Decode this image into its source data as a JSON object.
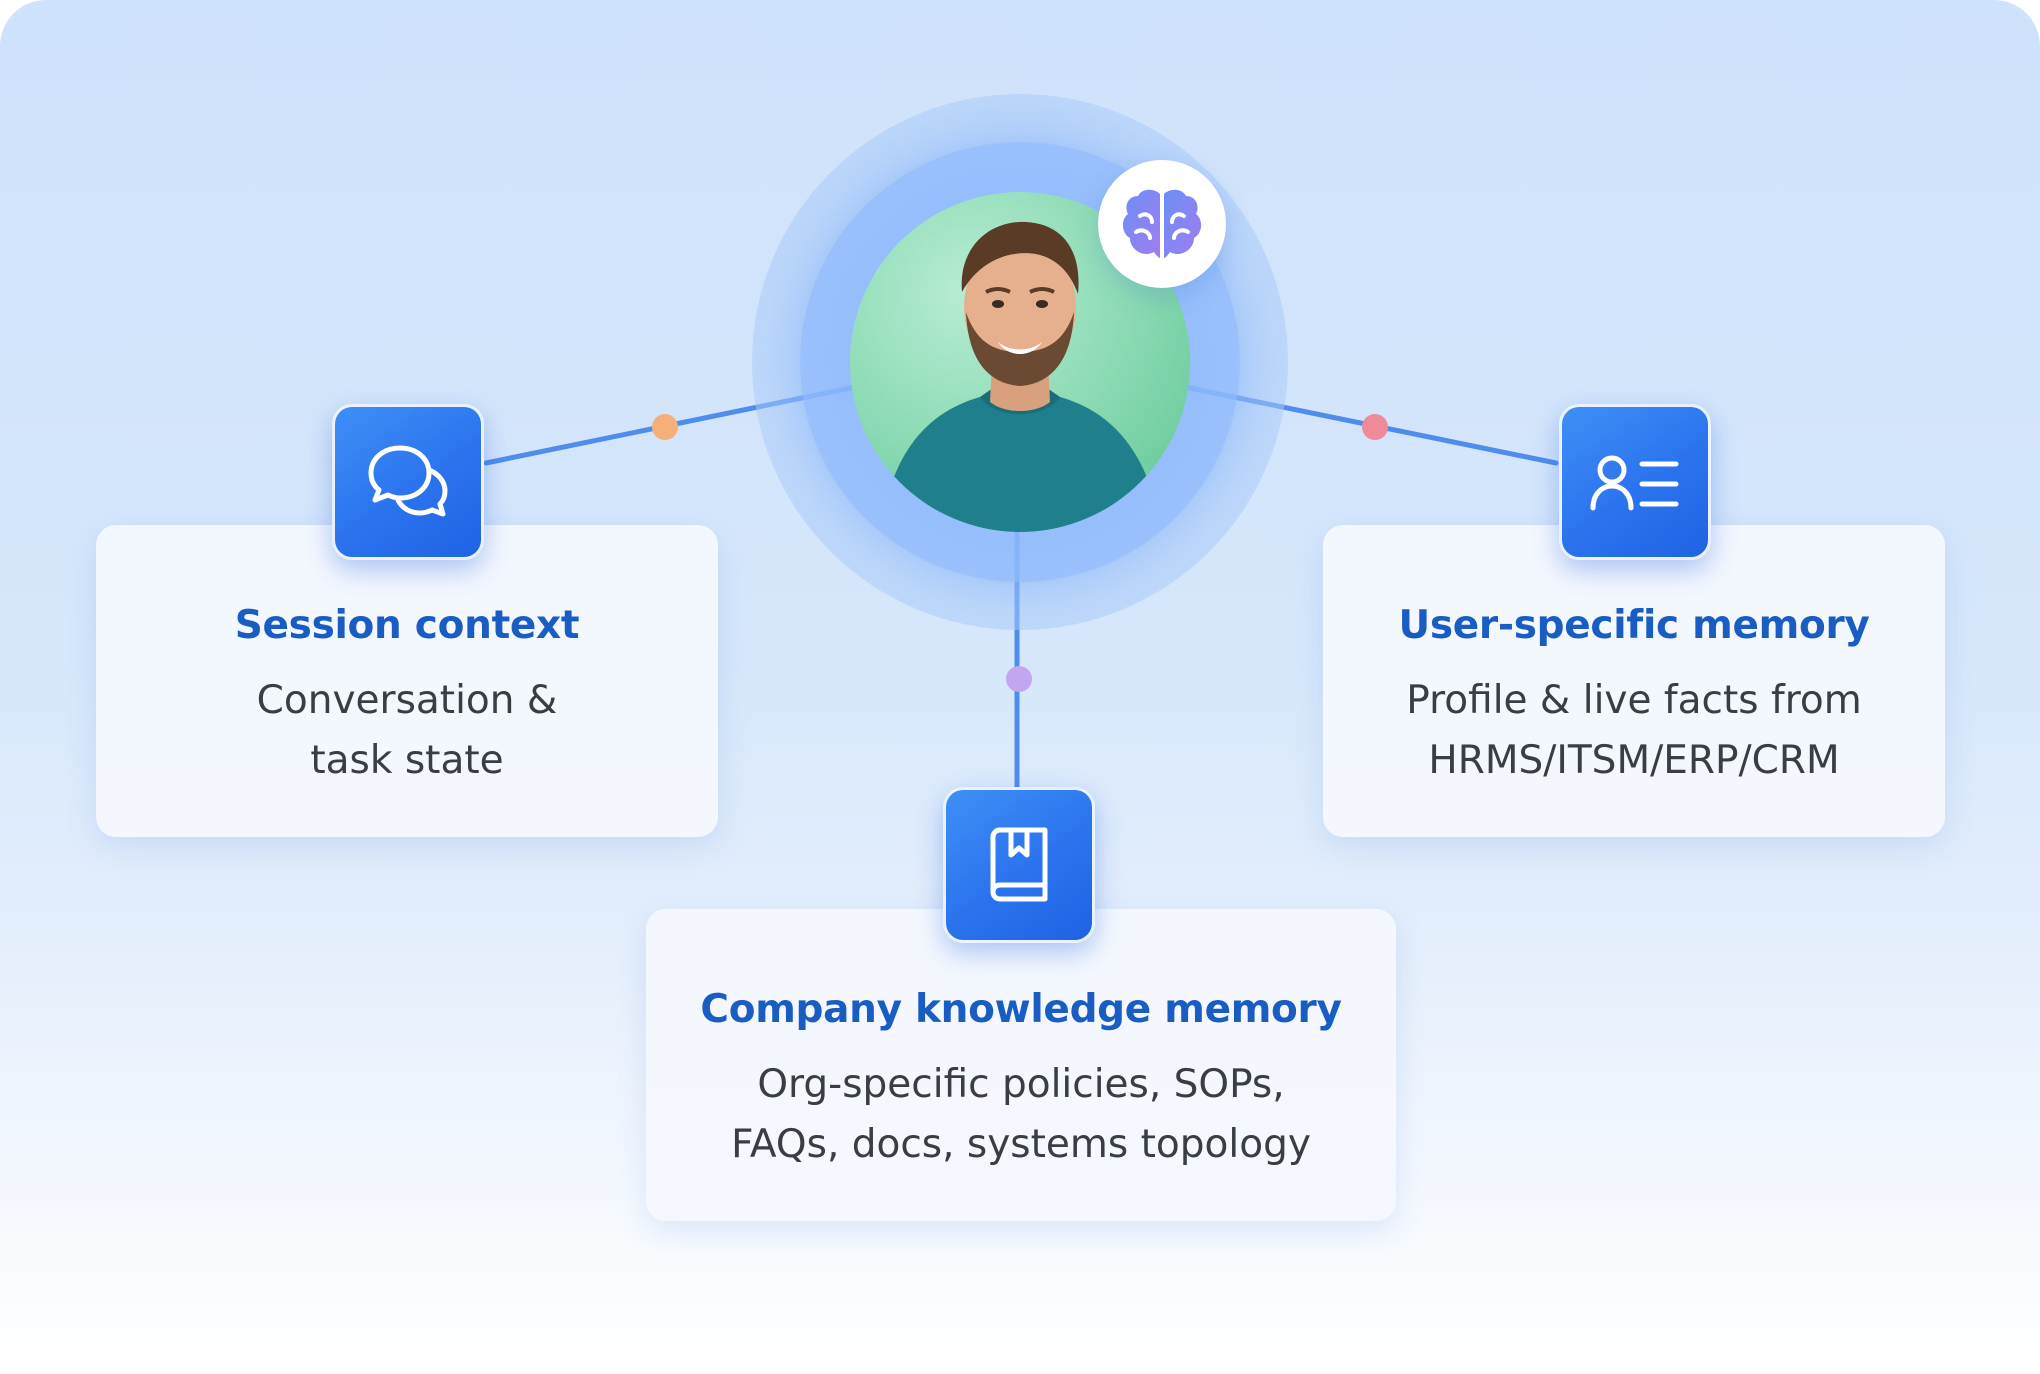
{
  "diagram": {
    "center": {
      "avatar_icon": "person-avatar",
      "badge_icon": "brain-icon"
    },
    "nodes": [
      {
        "id": "session",
        "icon": "chat-bubbles-icon",
        "title": "Session context",
        "desc_lines": [
          "Conversation &",
          "task state"
        ]
      },
      {
        "id": "user",
        "icon": "user-list-icon",
        "title": "User-specific memory",
        "desc_lines": [
          "Profile & live facts from",
          "HRMS/ITSM/ERP/CRM"
        ]
      },
      {
        "id": "company",
        "icon": "book-icon",
        "title": "Company knowledge memory",
        "desc_lines": [
          "Org-specific policies, SOPs,",
          "FAQs, docs, systems topology"
        ]
      }
    ],
    "colors": {
      "title_blue": "#1a5dc2",
      "tile_blue": "#2b73ee",
      "line_blue": "#4f8ded",
      "dot_orange": "#f5b07a",
      "dot_pink": "#ef8a9a",
      "dot_purple": "#c3a6f0",
      "brain_purple": "#8e7cf0"
    }
  }
}
